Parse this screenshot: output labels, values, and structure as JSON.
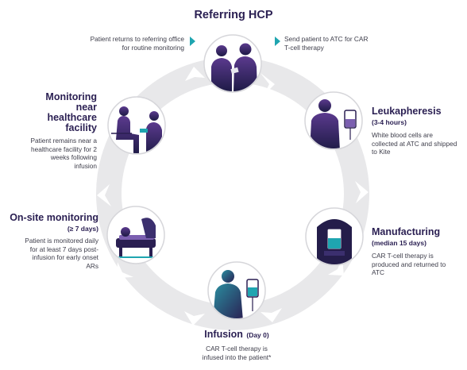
{
  "title": "Referring HCP",
  "top_left_note": "Patient returns to referring office for routine monitoring",
  "top_right_note": "Send patient to ATC for CAR T-cell therapy",
  "steps": {
    "leukapheresis": {
      "title": "Leukapheresis",
      "duration": "(3-4 hours)",
      "desc": "White blood cells are collected at ATC and shipped to Kite"
    },
    "manufacturing": {
      "title": "Manufacturing",
      "duration": "(median 15 days)",
      "desc": "CAR T-cell therapy is produced and returned to ATC"
    },
    "infusion": {
      "title": "Infusion",
      "duration": "(Day 0)",
      "desc": "CAR T-cell therapy is infused into the patient*"
    },
    "onsite": {
      "title": "On-site monitoring",
      "duration": "(≥ 7 days)",
      "desc": "Patient is monitored daily for at least 7 days post-infusion for early onset ARs"
    },
    "monitoring": {
      "title": "Monitoring near healthcare facility",
      "desc": "Patient remains near a healthcare facility for 2 weeks following infusion"
    }
  },
  "colors": {
    "ring": "#e6e6e8",
    "accent_teal": "#1fa5b0",
    "navy": "#2a1f52",
    "purple": "#4a2d7a",
    "circle_border": "#d6d6da"
  }
}
